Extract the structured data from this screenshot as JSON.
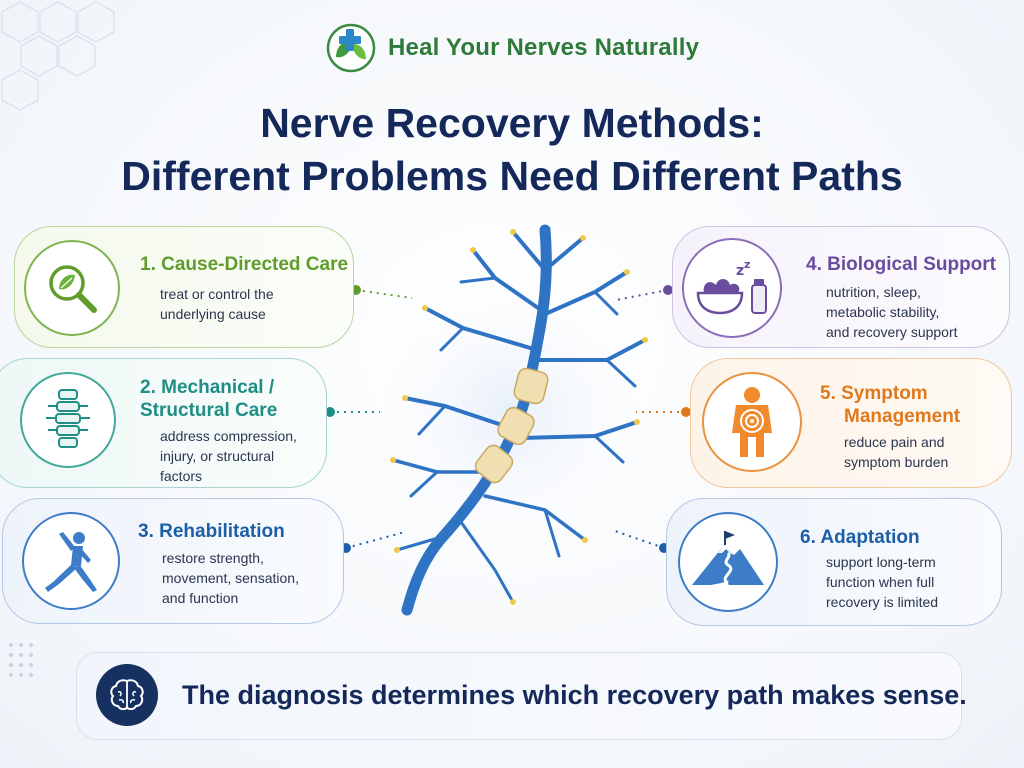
{
  "brand": {
    "name": "Heal Your Nerves Naturally"
  },
  "title": {
    "line1": "Nerve Recovery Methods:",
    "line2": "Different Problems Need Different Paths"
  },
  "methods": [
    {
      "title_lines": [
        "1. Cause-Directed Care"
      ],
      "desc_lines": [
        "treat or control the",
        "underlying cause"
      ],
      "color": "#5f9c2c",
      "icon": "magnifier-leaf-icon"
    },
    {
      "title_lines": [
        "2. Mechanical /",
        "Structural Care"
      ],
      "desc_lines": [
        "address compression,",
        "injury, or structural",
        "factors"
      ],
      "color": "#1f8e86",
      "icon": "spine-icon"
    },
    {
      "title_lines": [
        "3. Rehabilitation"
      ],
      "desc_lines": [
        "restore strength,",
        "movement, sensation,",
        "and function"
      ],
      "color": "#1d5fa6",
      "icon": "stretching-person-icon"
    },
    {
      "title_lines": [
        "4. Biological Support"
      ],
      "desc_lines": [
        "nutrition, sleep,",
        "metabolic stability,",
        "and recovery support"
      ],
      "color": "#6a4c9c",
      "icon": "food-sleep-supplement-icon"
    },
    {
      "title_lines": [
        "5. Symptom",
        "Management"
      ],
      "desc_lines": [
        "reduce pain and",
        "symptom burden"
      ],
      "color": "#e0791c",
      "icon": "body-pain-target-icon"
    },
    {
      "title_lines": [
        "6. Adaptation"
      ],
      "desc_lines": [
        "support long-term",
        "function when full",
        "recovery is limited"
      ],
      "color": "#1d5fa6",
      "icon": "mountain-path-icon"
    }
  ],
  "banner": {
    "text": "The diagnosis determines which recovery path makes sense."
  }
}
